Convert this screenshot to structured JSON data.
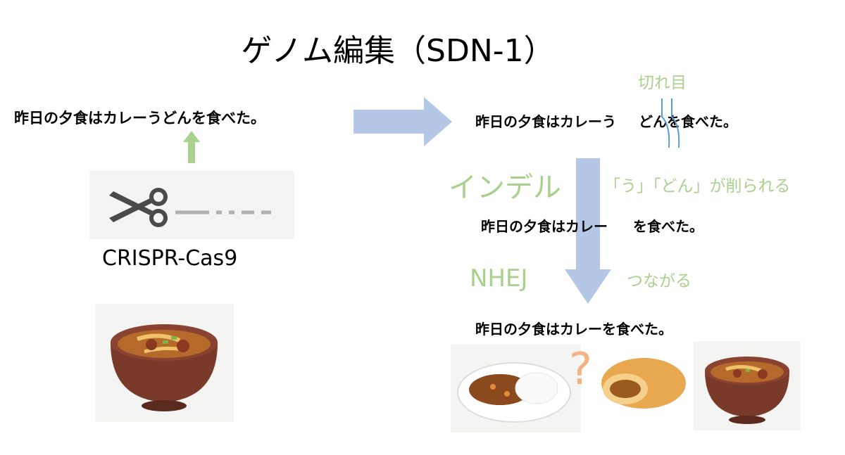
{
  "title": "ゲノム編集（SDN-1）",
  "left": {
    "sentence": "昨日の夕食はカレーうどんを食べた。",
    "tool_label": "CRISPR-Cas9",
    "tool_icon": "scissors-icon",
    "food_icon": "curry-udon-bowl"
  },
  "right": {
    "cut_label": "切れ目",
    "sentence_cut_before": "昨日の夕食はカレーう",
    "sentence_cut_after": "どんを食べた。",
    "indel_label": "インデル",
    "indel_note": "「う」「どん」が削られる",
    "sentence_deleted_before": "昨日の夕食はカレー",
    "sentence_deleted_after": "を食べた。",
    "nhej_label": "NHEJ",
    "nhej_note": "つながる",
    "sentence_joined": "昨日の夕食はカレーを食べた。",
    "question_mark": "?"
  },
  "colors": {
    "arrow": "#b4c7e7",
    "green": "#a9d18e",
    "cut": "#5b9bd5",
    "question": "#f4b183"
  }
}
